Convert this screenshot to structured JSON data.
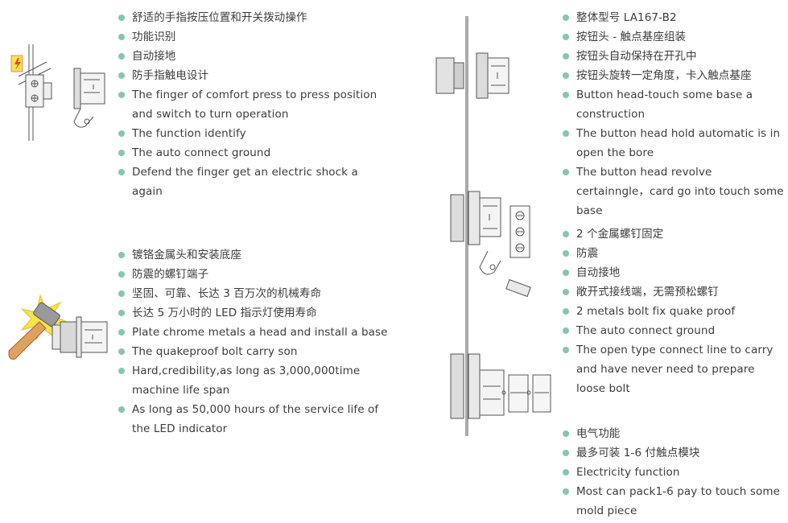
{
  "sections": {
    "left_top": [
      "舒适的手指按压位置和开关拨动操作",
      "功能识别",
      "自动接地",
      "防手指触电设计",
      "The  finger of comfort press to press position and switch to turn operation",
      "The function identify",
      "The  auto connect ground",
      "Defend the finger get an electric shock a again"
    ],
    "left_bottom": [
      "镀铬金属头和安装底座",
      "防震的螺钉端子",
      "坚固、可靠、长达 3 百万次的机械寿命",
      "长达 5 万小时的 LED 指示灯使用寿命",
      "Plate chrome metals a head and install a base",
      "The quakeproof bolt carry son",
      "Hard,credibility,as long as 3,000,000time machine life span",
      "As long as 50,000 hours of the service life of the LED indicator"
    ],
    "right_top": [
      "整体型号 LA167-B2",
      "按钮头 - 触点基座组装",
      "按钮头自动保持在开孔中",
      "按钮头旋转一定角度，卡入触点基座",
      "Button head-touch some base a construction",
      "The button head hold automatic is in open the bore",
      "The button head revolve certainngle，card go into touch some base"
    ],
    "right_middle": [
      "2 个金属螺钉固定",
      "防震",
      "自动接地",
      "敞开式接线端，无需预松螺钉",
      "2 metals bolt fix quake proof",
      "The auto connect ground",
      "The open type connect line to carry and have never need to prepare loose bolt"
    ],
    "right_bottom": [
      "电气功能",
      "最多可装 1-6 付触点模块",
      "Electricity function",
      "Most can pack1-6 pay to touch some mold piece"
    ]
  },
  "colors": {
    "bullet": "#86c5b5",
    "text": "#3c3c3c",
    "line": "#555555",
    "hammer_handle": "#e0a060",
    "burst": "#f7e34a",
    "warning": "#e84b1c"
  },
  "icons": [
    "switch-wiring-icon",
    "hammer-impact-icon",
    "panel-mount-icon",
    "button-head-icon",
    "contact-base-icon",
    "contact-module-icon"
  ]
}
